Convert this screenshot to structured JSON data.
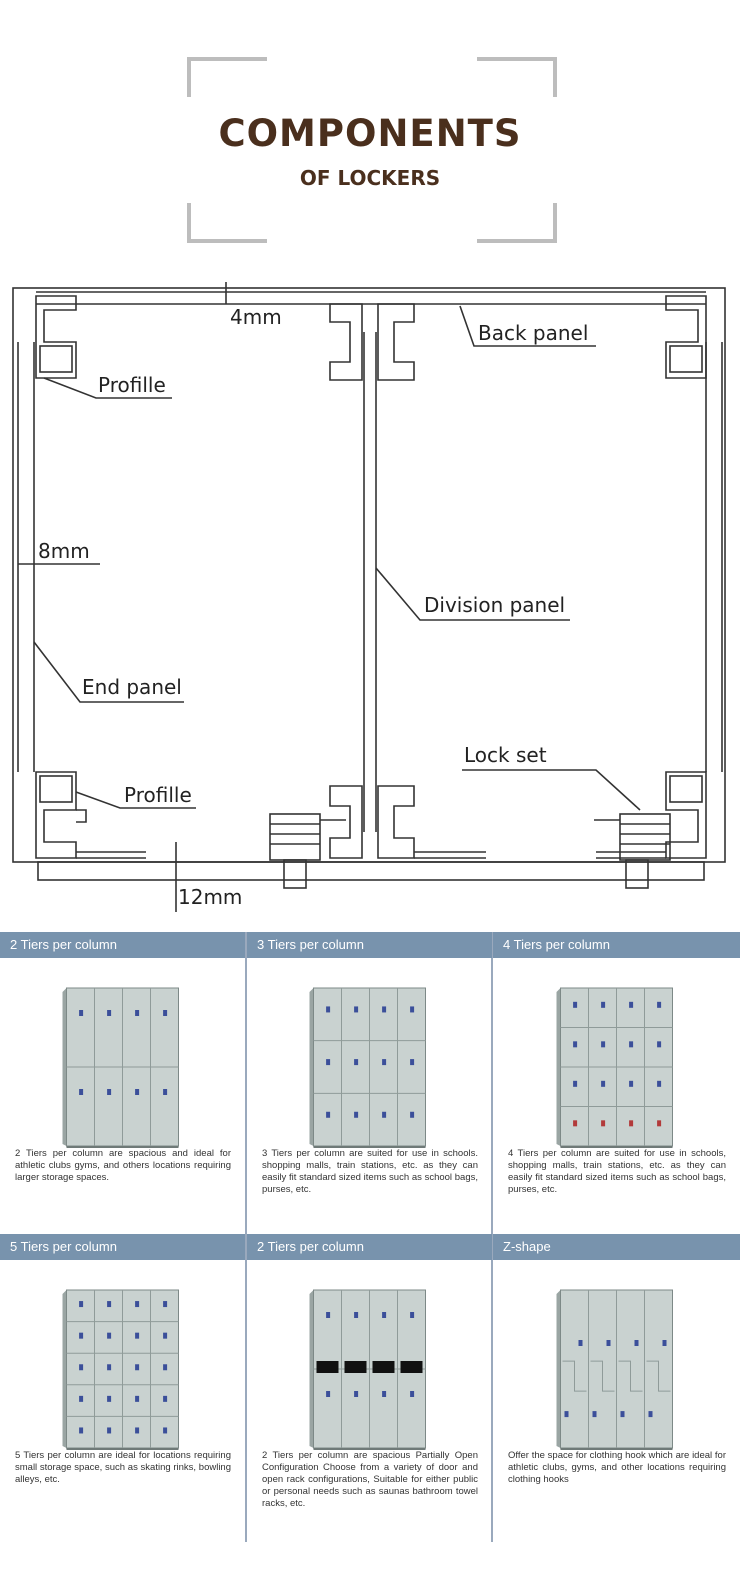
{
  "header": {
    "title": "COMPONENTS",
    "subtitle": "OF LOCKERS"
  },
  "diagram": {
    "labels": {
      "top_gap": "4mm",
      "back_panel": "Back panel",
      "profile_top": "Profille",
      "end_thickness": "8mm",
      "division_panel": "Division panel",
      "end_panel": "End panel",
      "lock_set": "Lock set",
      "profile_bottom": "Profille",
      "bottom_gap": "12mm"
    }
  },
  "options": [
    {
      "title": "2 Tiers per column",
      "tiers": 2,
      "description": "2 Tiers per column are spacious and ideal for athletic clubs gyms, and others locations requiring larger storage spaces."
    },
    {
      "title": "3 Tiers per column",
      "tiers": 3,
      "description": "3 Tiers per column are suited for use in schools. shopping malls, train stations, etc. as they can easily fit standard sized items such as school bags, purses, etc."
    },
    {
      "title": "4 Tiers per column",
      "tiers": 4,
      "description": "4 Tiers per column are suited for use in schools, shopping malls, train stations, etc. as they can easily fit standard sized items such as school bags, purses, etc."
    },
    {
      "title": "5 Tiers per column",
      "tiers": 5,
      "description": "5 Tiers per column are ideal for locations requiring small storage space, such as skating rinks, bowling alleys, etc."
    },
    {
      "title": "2 Tiers per column",
      "tiers": 2,
      "description": "2 Tiers per column are spacious Partially Open Configuration Choose from a variety of door and open rack configurations, Suitable for either public or personal needs such as saunas bathroom towel racks, etc."
    },
    {
      "title": "Z-shape",
      "tiers": 0,
      "description": "Offer the space for clothing hook which are ideal for athletic clubs, gyms, and other locations requiring clothing hooks"
    }
  ],
  "colors": {
    "title_brown": "#4a2f1d",
    "header_blue": "#7893ad",
    "locker_body": "#c9d2d0",
    "lock_blue": "#3b4f9a",
    "lock_red": "#b23a3a"
  }
}
